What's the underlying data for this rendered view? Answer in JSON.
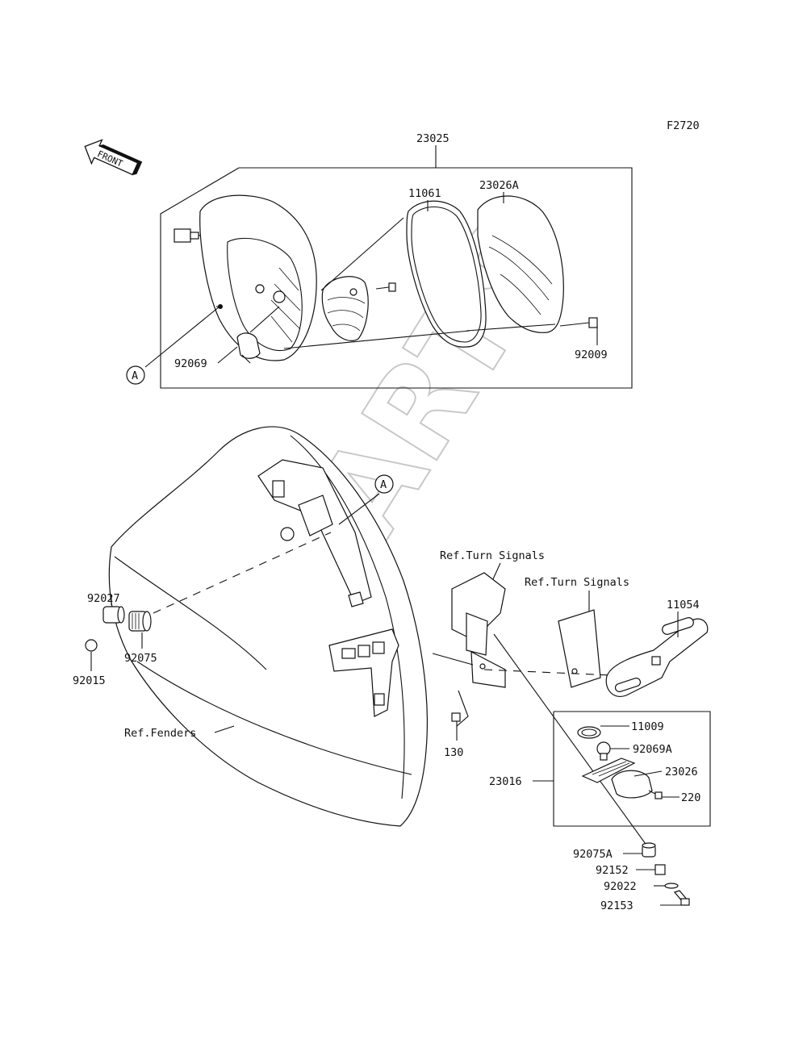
{
  "figure_code": "F2720",
  "front_indicator": "FRONT",
  "watermark": "XPARTS",
  "callout_A_top": "A",
  "callout_A_bottom": "A",
  "parts": {
    "p23025": "23025",
    "p11061": "11061",
    "p23026A": "23026A",
    "p92069": "92069",
    "p92009": "92009",
    "p92027": "92027",
    "p92075": "92075",
    "p92015": "92015",
    "p130": "130",
    "p11054": "11054",
    "p11009": "11009",
    "p92069A": "92069A",
    "p23026": "23026",
    "p220": "220",
    "p23016": "23016",
    "p92075A": "92075A",
    "p92152": "92152",
    "p92022": "92022",
    "p92153": "92153"
  },
  "references": {
    "turn_signals_1": "Ref.Turn Signals",
    "turn_signals_2": "Ref.Turn Signals",
    "fenders": "Ref.Fenders"
  }
}
